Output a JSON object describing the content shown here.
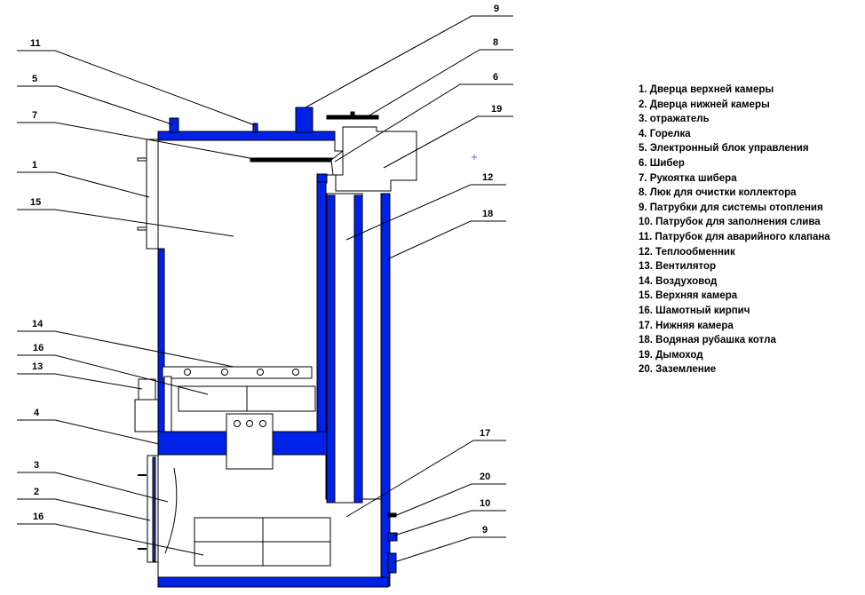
{
  "diagram": {
    "colors": {
      "jacket": "#0022e6",
      "line": "#000000",
      "marker": "#6a6af0"
    },
    "callouts": {
      "c9_top": "9",
      "c11": "11",
      "c8": "8",
      "c5": "5",
      "c6": "6",
      "c7": "7",
      "c19": "19",
      "c1": "1",
      "c12": "12",
      "c15": "15",
      "c18": "18",
      "c14": "14",
      "c16_top": "16",
      "c13": "13",
      "c4": "4",
      "c17": "17",
      "c3": "3",
      "c20": "20",
      "c2": "2",
      "c10": "10",
      "c16_bottom": "16",
      "c9_bottom": "9"
    }
  },
  "legend": {
    "items": [
      "1. Дверца верхней камеры",
      "2. Дверца нижней камеры",
      "3. отражатель",
      "4. Горелка",
      "5. Электронный блок управления",
      "6. Шибер",
      "7. Рукоятка шибера",
      "8. Люк для очистки коллектора",
      "9. Патрубки для системы отопления",
      "10. Патрубок для заполнения слива",
      "11. Патрубок для аварийного клапана",
      "12. Теплообменник",
      "13. Вентилятор",
      "14. Воздуховод",
      "15. Верхняя камера",
      "16. Шамотный кирпич",
      "17. Нижняя камера",
      "18. Водяная рубашка котла",
      "19. Дымоход",
      "20. Заземление"
    ]
  }
}
